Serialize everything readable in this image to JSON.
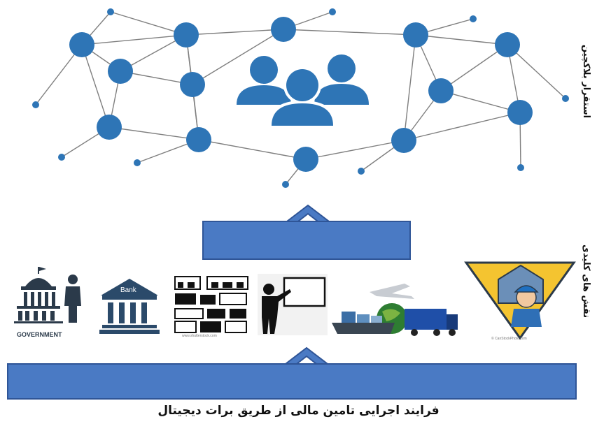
{
  "labels": {
    "blockchain_deployment": "استقرار بلاکچین",
    "key_roles": "نقش های کلیدی",
    "caption": "فرایند اجرایی تامین مالی از طریق برات دیجیتال"
  },
  "roles": [
    {
      "icon": "government-icon",
      "text": "GOVERNMENT"
    },
    {
      "icon": "bank-icon",
      "text": "Bank"
    },
    {
      "icon": "shops-icon",
      "text": ""
    },
    {
      "icon": "presenter-icon",
      "text": ""
    },
    {
      "icon": "logistics-icon",
      "text": ""
    },
    {
      "icon": "builder-icon",
      "text": ""
    }
  ],
  "colors": {
    "node": "#2e75b6",
    "edge": "#7f7f7f",
    "box_fill": "#4a7ac4",
    "box_border": "#2f5597",
    "people": "#2e75b6"
  }
}
